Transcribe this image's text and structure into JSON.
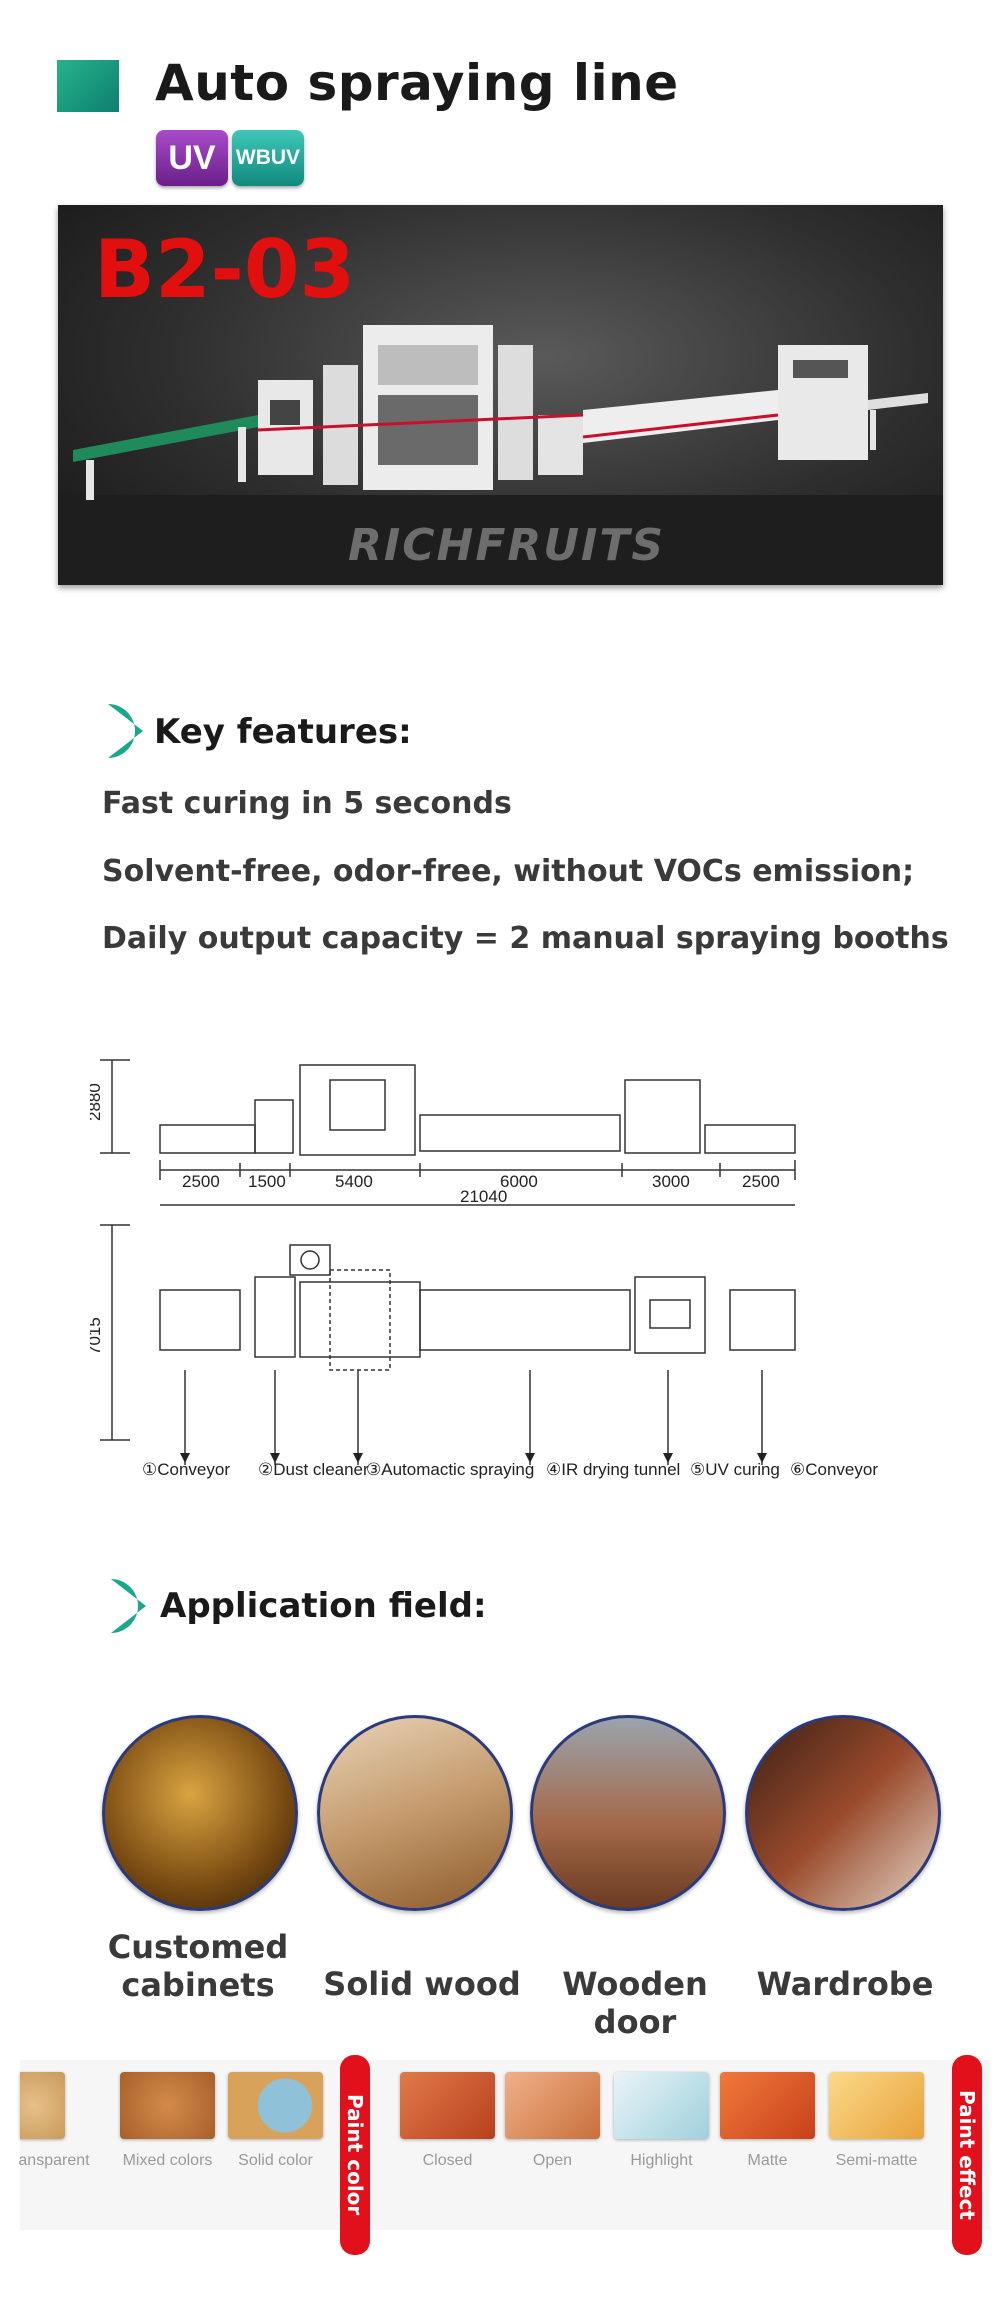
{
  "header": {
    "title": "Auto spraying line",
    "badges": [
      "UV",
      "WBUV"
    ]
  },
  "banner": {
    "model": "B2-03",
    "brand": "RICHFRUITS"
  },
  "features": {
    "heading": "Key features:",
    "items": [
      "Fast curing in 5 seconds",
      "Solvent-free, odor-free, without VOCs emission;",
      "Daily output capacity = 2 manual spraying booths"
    ]
  },
  "diagram": {
    "height_dim": "2880",
    "width_dim": "7015",
    "segments": [
      "2500",
      "1500",
      "5400",
      "6000",
      "3000",
      "2500"
    ],
    "total_length": "21040",
    "legend": [
      "①Conveyor",
      "②Dust cleaner",
      "③Automactic spraying",
      "④IR drying tunnel",
      "⑤UV curing",
      "⑥Conveyor"
    ]
  },
  "application": {
    "heading": "Application field:",
    "items": [
      "Customed cabinets",
      "Solid wood",
      "Wooden door",
      "Wardrobe"
    ]
  },
  "paint_color": {
    "ribbon": "Paint color",
    "items": [
      "ansparent",
      "Mixed colors",
      "Solid color"
    ]
  },
  "paint_effect": {
    "ribbon": "Paint effect",
    "items": [
      "Closed",
      "Open",
      "Highlight",
      "Matte",
      "Semi-matte"
    ]
  },
  "colors": {
    "accent_green": "#19a98a",
    "model_red": "#e20f0f",
    "ribbon_red": "#e2101a"
  }
}
